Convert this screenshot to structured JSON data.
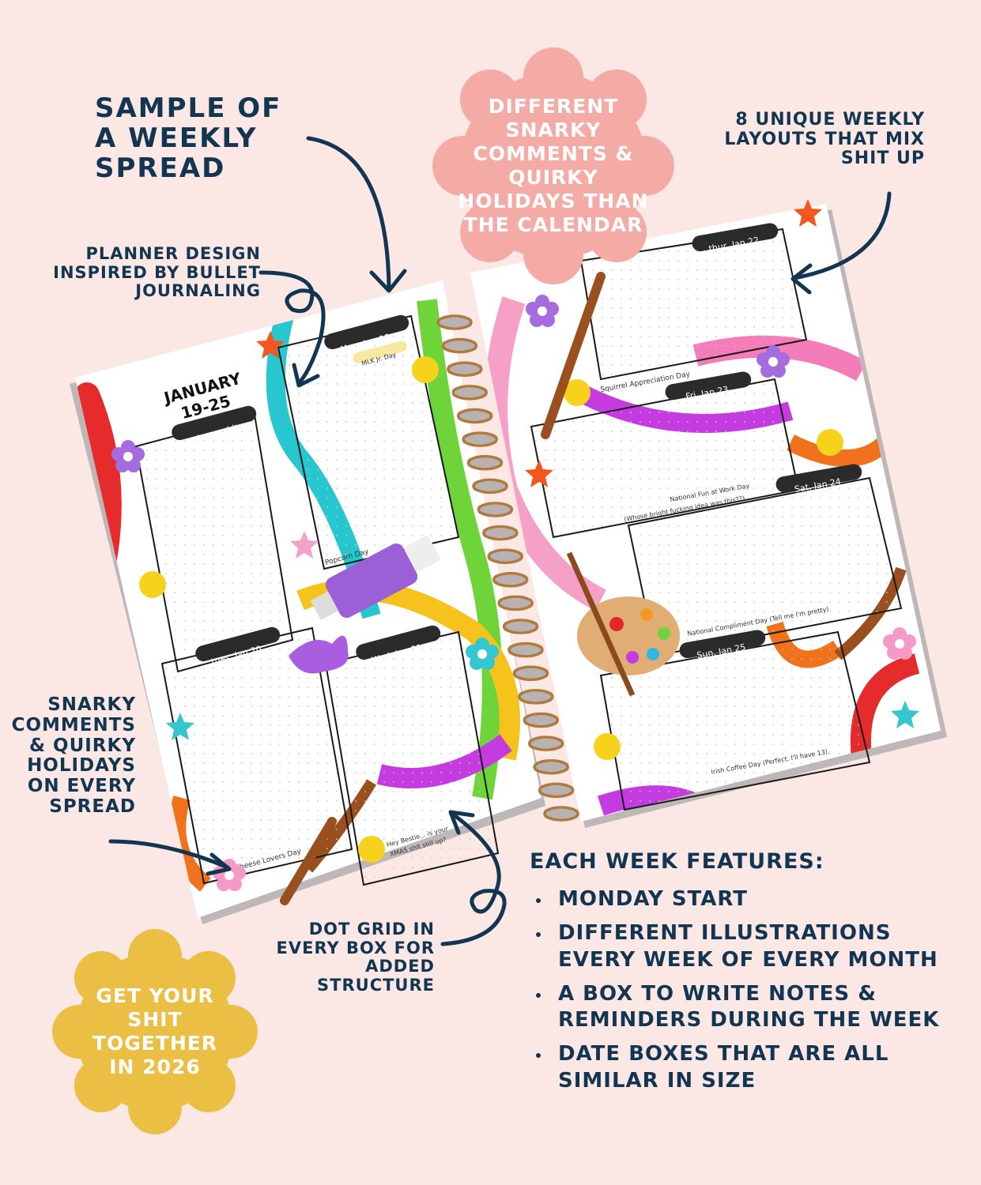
{
  "callouts": {
    "sample": "Sample of a weekly spread",
    "planner_design": "Planner design inspired by bullet journaling",
    "layouts": "8 unique weekly layouts that mix shit up",
    "snarky": "Snarky comments & quirky holidays on every spread",
    "dot_grid": "Dot grid in every box for added structure"
  },
  "badges": {
    "pink": "Different snarky comments & quirky holidays than the calendar",
    "gold": "Get your shit together in 2026"
  },
  "features": {
    "heading": "Each week features:",
    "items": [
      "Monday start",
      "Different illustrations every week of every month",
      "A box to write notes & reminders during the week",
      "Date boxes that are all similar in size"
    ]
  },
  "spread": {
    "week_title_line1": "JANUARY",
    "week_title_line2": "19-25",
    "notes_tab": "notes + shit",
    "days": [
      {
        "tab": "Mon, Jan 19",
        "pill": "MLK Jr. Day",
        "holiday": "Popcorn Day"
      },
      {
        "tab": "tues, Jan 20",
        "holiday": "Cheese Lovers Day"
      },
      {
        "tab": "Wed, Jan 21",
        "holiday_line1": "Hey Bestie... is your",
        "holiday_line2": "XMAS shit still up?"
      },
      {
        "tab": "thur, Jan 22",
        "holiday": "Squirrel Appreciation Day"
      },
      {
        "tab": "Fri, Jan 23",
        "holiday_line1": "National Fun at Work Day",
        "holiday_line2": "(Whose bright fucking idea was this??)"
      },
      {
        "tab": "Sat, Jan 24",
        "holiday": "National Compliment Day (Tell me I'm pretty)"
      },
      {
        "tab": "Sun, Jan 25",
        "holiday": "Irish Coffee Day (Perfect, I'll have 13)."
      }
    ]
  },
  "colors": {
    "background": "#fbe7e4",
    "ink": "#123552",
    "pink_badge": "#f5aba5",
    "gold_badge": "#ebbf44",
    "tab": "#2b2b2b"
  }
}
